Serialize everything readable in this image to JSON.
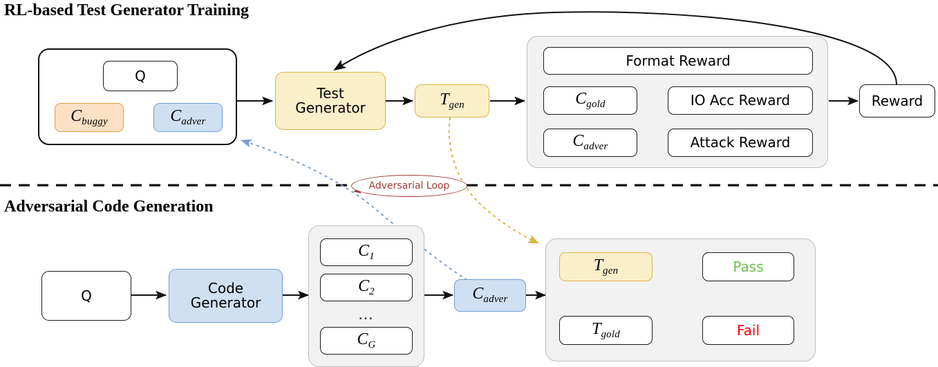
{
  "figure": {
    "type": "diagram",
    "description": "Two-stage adversarial training pipeline diagram"
  },
  "sections": {
    "top": {
      "title": "RL-based Test Generator Training"
    },
    "bottom": {
      "title": "Adversarial Code Generation"
    }
  },
  "divider": {
    "label": "Adversarial Loop",
    "color": "#9e3b34",
    "style": "dashed"
  },
  "top_section": {
    "input_panel": {
      "name": "input-panel",
      "question": "Q",
      "code_buggy": {
        "base": "C",
        "sub": "buggy",
        "fill": "#fbe0c4",
        "border": "#e3a23c"
      },
      "code_adver": {
        "base": "C",
        "sub": "adver",
        "fill": "#cfe0f3",
        "border": "#6f9ed4"
      }
    },
    "test_generator": {
      "line1": "Test",
      "line2": "Generator",
      "fill": "#fbefc9",
      "border": "#d9b441"
    },
    "t_gen": {
      "base": "T",
      "sub": "gen",
      "fill": "#fbefc9",
      "border": "#d9b441"
    },
    "reward_panel": {
      "format_reward": "Format Reward",
      "c_gold": {
        "base": "C",
        "sub": "gold"
      },
      "io_acc_reward": "IO Acc Reward",
      "c_adver": {
        "base": "C",
        "sub": "adver"
      },
      "attack_reward": "Attack Reward"
    },
    "reward": "Reward"
  },
  "bottom_section": {
    "question": "Q",
    "code_generator": {
      "line1": "Code",
      "line2": "Generator",
      "fill": "#cfe0f3",
      "border": "#6f9ed4"
    },
    "candidate_panel": {
      "items": [
        {
          "base": "C",
          "sub": "1"
        },
        {
          "base": "C",
          "sub": "2"
        },
        {
          "base": "…",
          "sub": ""
        },
        {
          "base": "C",
          "sub": "G"
        }
      ]
    },
    "c_adver": {
      "base": "C",
      "sub": "adver",
      "fill": "#cfe0f3",
      "border": "#6f9ed4"
    },
    "eval_panel": {
      "t_gen": {
        "base": "T",
        "sub": "gen",
        "fill": "#fbefc9",
        "border": "#d9b441"
      },
      "pass": {
        "label": "Pass",
        "color": "#6cc24a"
      },
      "t_gold": {
        "base": "T",
        "sub": "gold"
      },
      "fail": {
        "label": "Fail",
        "color": "#ff0000"
      }
    }
  },
  "colors": {
    "yellow_fill": "#fbefc9",
    "yellow_border": "#d9b441",
    "blue_fill": "#cfe0f3",
    "blue_border": "#6f9ed4",
    "orange_fill": "#fbe0c4",
    "orange_border": "#e3a23c",
    "panel_gray": "#f2f2f2",
    "pass_green": "#6cc24a",
    "fail_red": "#ff0000",
    "loop_maroon": "#9e3b34",
    "stroke_black": "#111111"
  }
}
